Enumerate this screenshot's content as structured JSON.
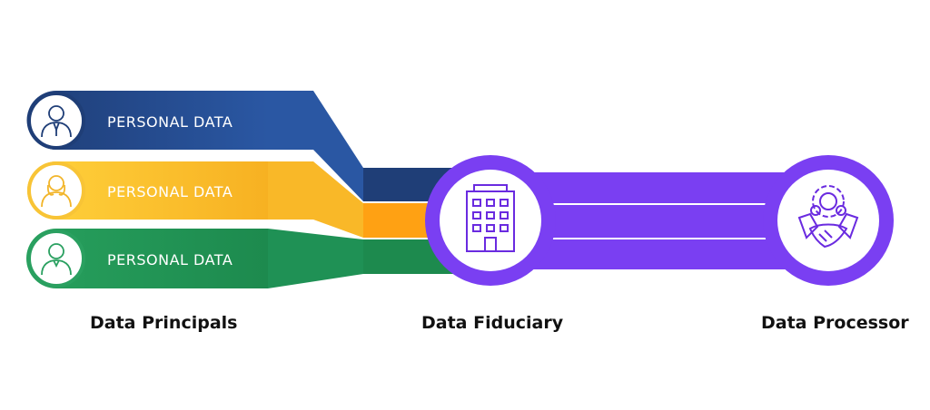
{
  "bands": [
    {
      "label": "PERSONAL DATA",
      "icon": "businessman-icon",
      "color_dark": "#1f3e77",
      "color_light": "#2a57a3",
      "stroke": "#1f3e77"
    },
    {
      "label": "PERSONAL DATA",
      "icon": "woman-icon",
      "color_dark": "#f6b423",
      "color_light": "#ffd13a",
      "stroke": "#f8c436"
    },
    {
      "label": "PERSONAL DATA",
      "icon": "man-icon",
      "color_dark": "#1f8f52",
      "color_light": "#2eae69",
      "stroke": "#2aa060"
    }
  ],
  "nodes": {
    "fiduciary": {
      "caption": "Data Fiduciary",
      "icon": "office-building-icon"
    },
    "processor": {
      "caption": "Data Processor",
      "icon": "handshake-gear-icon"
    }
  },
  "principals": {
    "caption": "Data Principals"
  },
  "colors": {
    "purple": "#7a3ff2",
    "purple_dark": "#6a2be0",
    "icon_purple": "#6a2be0"
  }
}
